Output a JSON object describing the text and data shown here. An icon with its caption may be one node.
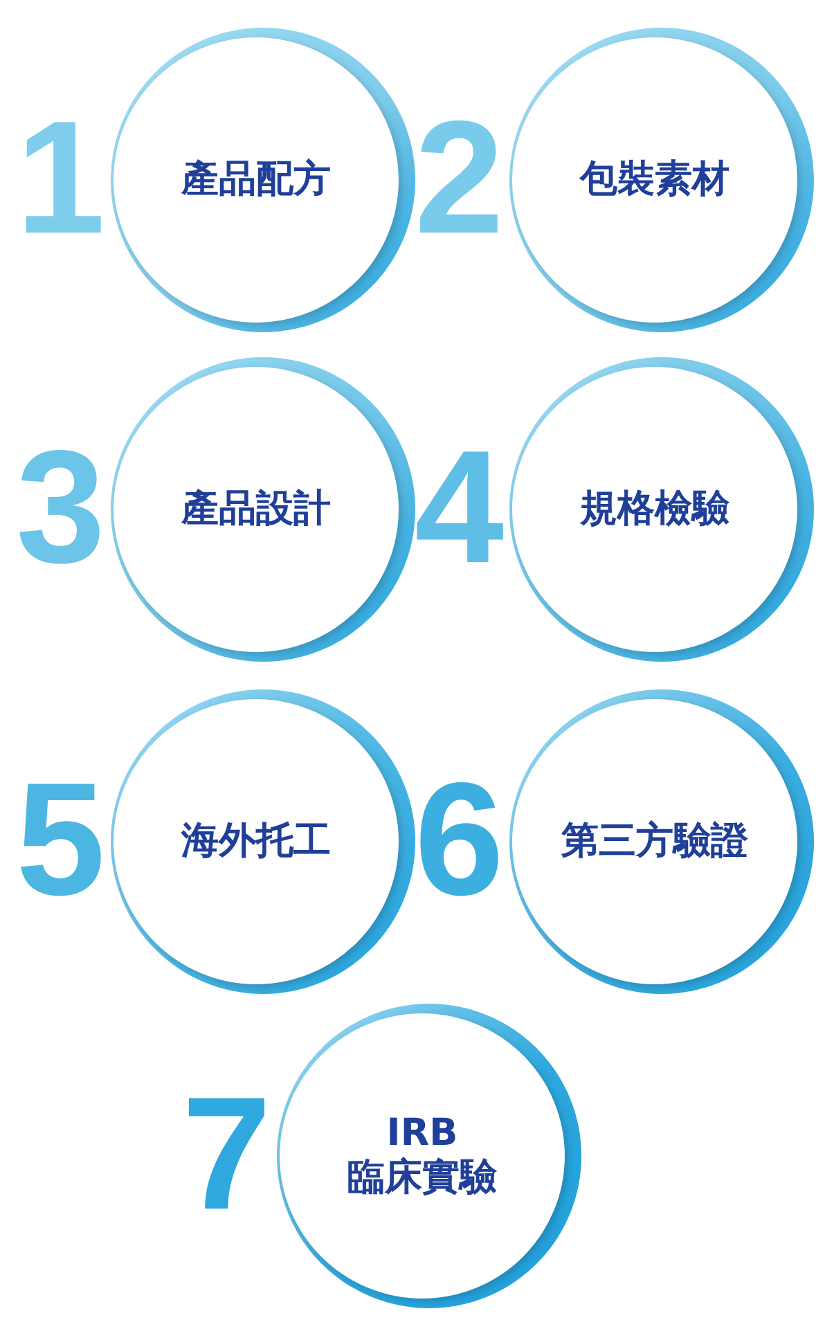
{
  "diagram": {
    "nodes": [
      {
        "text": [
          "產品配方"
        ],
        "beside": [
          "1"
        ]
      },
      {
        "text": [
          "包裝素材"
        ],
        "beside": [
          "2"
        ]
      },
      {
        "text": [
          "產品設計"
        ],
        "beside": [
          "3"
        ]
      },
      {
        "text": [
          "規格檢驗"
        ],
        "beside": [
          "4"
        ]
      },
      {
        "text": [
          "海外托工"
        ],
        "beside": [
          "5"
        ]
      },
      {
        "text": [
          "第三方驗證"
        ],
        "beside": [
          "6"
        ]
      },
      {
        "text": [
          "IRB 臨床實驗"
        ],
        "beside": [
          "7"
        ]
      }
    ]
  }
}
